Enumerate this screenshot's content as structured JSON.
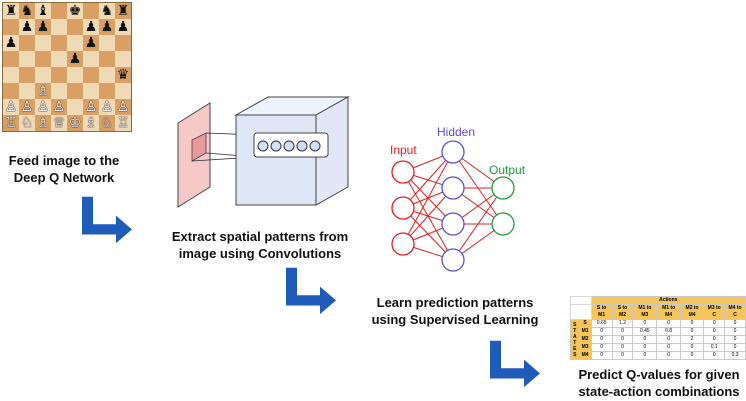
{
  "board": {
    "rows": [
      [
        "bR",
        "bN",
        "bB",
        "",
        "bK",
        "",
        "bN",
        "bR"
      ],
      [
        "",
        "bP",
        "bP",
        "",
        "",
        "bP",
        "bP",
        "bP"
      ],
      [
        "bP",
        "",
        "",
        "",
        "",
        "bP",
        "",
        ""
      ],
      [
        "",
        "",
        "",
        "",
        "bP",
        "",
        "",
        ""
      ],
      [
        "",
        "",
        "",
        "",
        "",
        "",
        "",
        "bQ"
      ],
      [
        "",
        "",
        "wB",
        "",
        "",
        "",
        "",
        ""
      ],
      [
        "wP",
        "wP",
        "wP",
        "wP",
        "",
        "wP",
        "wP",
        "wP"
      ],
      [
        "wR",
        "wN",
        "wB",
        "wQ",
        "wK",
        "wB",
        "wN",
        "wR"
      ]
    ]
  },
  "glyphs": {
    "wK": "♔",
    "wQ": "♕",
    "wR": "♖",
    "wB": "♗",
    "wN": "♘",
    "wP": "♙",
    "bK": "♚",
    "bQ": "♛",
    "bR": "♜",
    "bB": "♝",
    "bN": "♞",
    "bP": "♟"
  },
  "captions": {
    "step1": [
      "Feed image to the",
      "Deep Q Network"
    ],
    "step2": [
      "Extract spatial patterns from",
      "image using Convolutions"
    ],
    "step3": [
      "Learn prediction patterns",
      "using Supervised Learning"
    ],
    "step4": [
      "Predict Q-values for given",
      "state-action combinations"
    ]
  },
  "nn": {
    "input_label": "Input",
    "hidden_label": "Hidden",
    "output_label": "Output",
    "input_color": "#e02020",
    "hidden_color": "#5a4fc8",
    "output_color": "#1f9a3a",
    "edge_color": "#e02020"
  },
  "arrow_color": "#1f5bb8",
  "qtable": {
    "title": "Actions",
    "side_label": [
      "S",
      "T",
      "A",
      "T",
      "E",
      "S"
    ],
    "columns": [
      "S to M1",
      "S to M2",
      "M1 to M3",
      "M1 to M4",
      "M2 to M4",
      "M3 to C",
      "M4 to C"
    ],
    "rows": [
      {
        "state": "S",
        "values": [
          "0.65",
          "1.2",
          "0",
          "0",
          "0",
          "0",
          "0"
        ]
      },
      {
        "state": "M1",
        "values": [
          "0",
          "0",
          "0.45",
          "0.8",
          "0",
          "0",
          "0"
        ]
      },
      {
        "state": "M2",
        "values": [
          "0",
          "0",
          "0",
          "0",
          "2",
          "0",
          "0"
        ]
      },
      {
        "state": "M3",
        "values": [
          "0",
          "0",
          "0",
          "0",
          "0",
          "0.1",
          "0"
        ]
      },
      {
        "state": "M4",
        "values": [
          "0",
          "0",
          "0",
          "0",
          "0",
          "0",
          "0.3"
        ]
      }
    ]
  }
}
